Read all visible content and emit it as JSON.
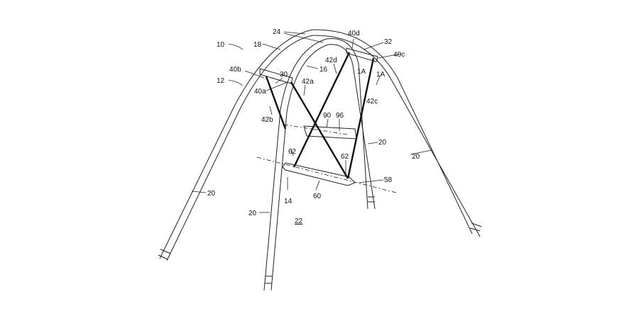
{
  "figure": {
    "labels": {
      "l10": "10",
      "l12": "12",
      "l14": "14",
      "l16": "16",
      "l18": "18",
      "l20a": "20",
      "l20b": "20",
      "l20c": "20",
      "l20d": "20",
      "l22": "22",
      "l24": "24",
      "l30": "30",
      "l32": "32",
      "l40a": "40a",
      "l40b": "40b",
      "l40c": "40c",
      "l40d": "40d",
      "l42a": "42a",
      "l42b": "42b",
      "l42c": "42c",
      "l42d": "42d",
      "l58": "58",
      "l60": "60",
      "l62a": "62",
      "l62b": "62",
      "l90": "90",
      "l96": "96",
      "l1a1": "1A",
      "l1a2": "1A"
    }
  }
}
